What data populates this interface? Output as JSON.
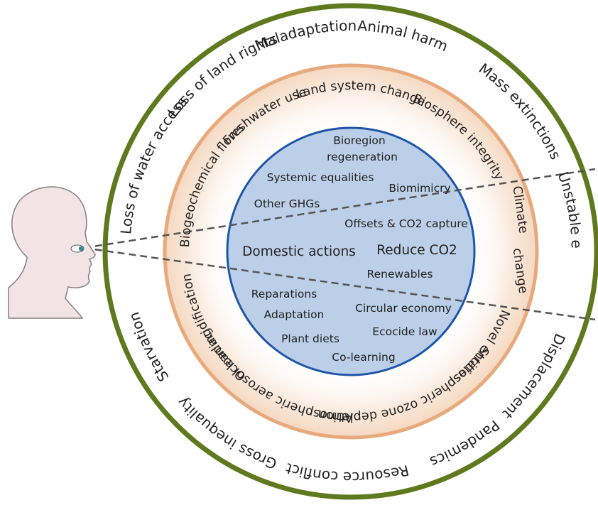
{
  "outer_ring": {
    "items": [
      "Maladaptation",
      "Animal harm",
      "Mass extinctions",
      "Unstable economies",
      "Displacement",
      "Pandemics",
      "Resource conflict",
      "Gross inequality",
      "Starvation",
      "Loss of water access",
      "Loss of land rights"
    ]
  },
  "middle_ring": {
    "items": [
      "Land system change",
      "Biosphere integrity",
      "Climate",
      "change",
      "Novel entities",
      "Stratospheric ozone depletion",
      "Atmospheric aerosol loading",
      "Ocean acidification",
      "Biogeochemical flows",
      "Freshwater use"
    ]
  },
  "inner_circle": {
    "items": [
      "Bioregion",
      "regeneration",
      "Systemic equalities",
      "Biomimicry",
      "Other GHGs",
      "Offsets & CO2 capture",
      "Domestic actions",
      "Reduce CO2",
      "Renewables",
      "Reparations",
      "Adaptation",
      "Circular economy",
      "Plant diets",
      "Ecocide law",
      "Co-learning"
    ]
  },
  "colors": {
    "outer_ring": "#5f7a1e",
    "middle_ring": "#e8a97d",
    "middle_glow": "#f6dcc6",
    "inner_fill": "#bccfe8",
    "inner_stroke": "#1f55a8",
    "head_fill": "#f2e4e4",
    "head_stroke": "#8a7e7e",
    "eye_iris": "#2a8a9a",
    "sightline": "#555555"
  },
  "icons": {
    "observer": "human-head-profile-icon",
    "eye": "eye-icon"
  }
}
